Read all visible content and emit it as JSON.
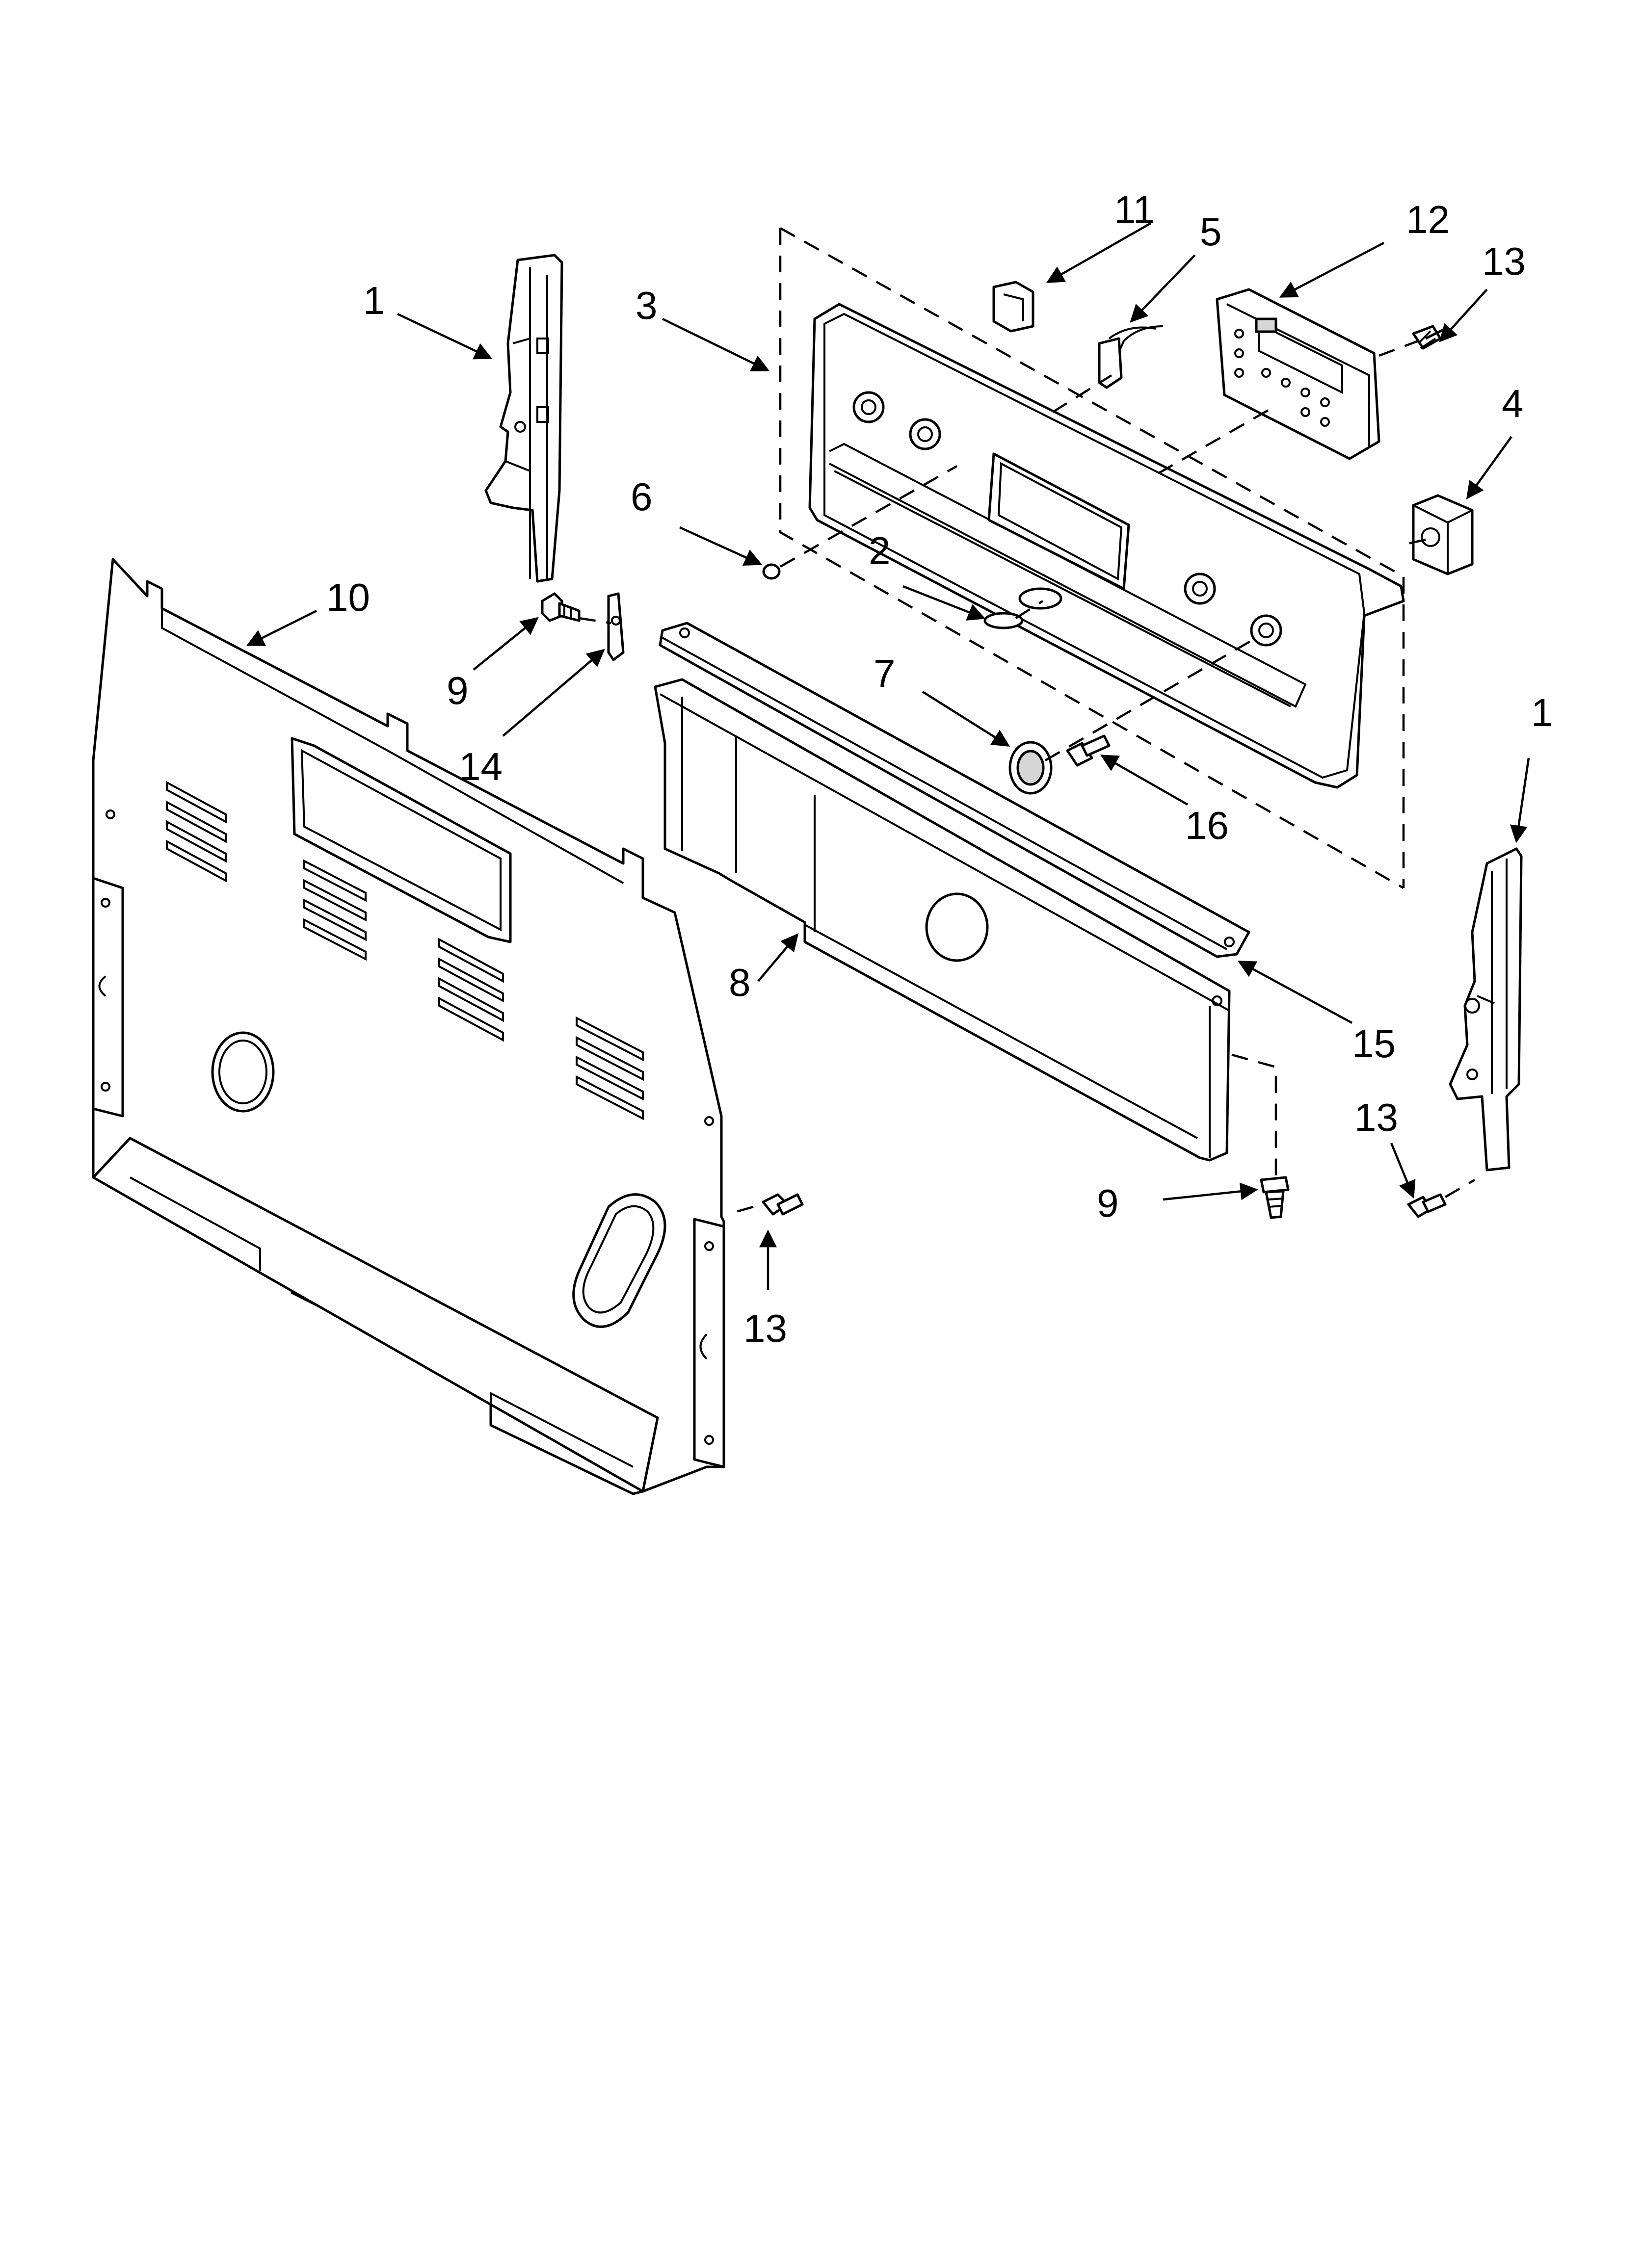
{
  "diagram": {
    "callouts": [
      {
        "id": "c1a",
        "text": "1"
      },
      {
        "id": "c1b",
        "text": "1"
      },
      {
        "id": "c2",
        "text": "2"
      },
      {
        "id": "c3",
        "text": "3"
      },
      {
        "id": "c4",
        "text": "4"
      },
      {
        "id": "c5",
        "text": "5"
      },
      {
        "id": "c6",
        "text": "6"
      },
      {
        "id": "c7",
        "text": "7"
      },
      {
        "id": "c8",
        "text": "8"
      },
      {
        "id": "c9a",
        "text": "9"
      },
      {
        "id": "c9b",
        "text": "9"
      },
      {
        "id": "c10",
        "text": "10"
      },
      {
        "id": "c11",
        "text": "11"
      },
      {
        "id": "c12",
        "text": "12"
      },
      {
        "id": "c13a",
        "text": "13"
      },
      {
        "id": "c13b",
        "text": "13"
      },
      {
        "id": "c13c",
        "text": "13"
      },
      {
        "id": "c14",
        "text": "14"
      },
      {
        "id": "c15",
        "text": "15"
      },
      {
        "id": "c16",
        "text": "16"
      }
    ]
  }
}
